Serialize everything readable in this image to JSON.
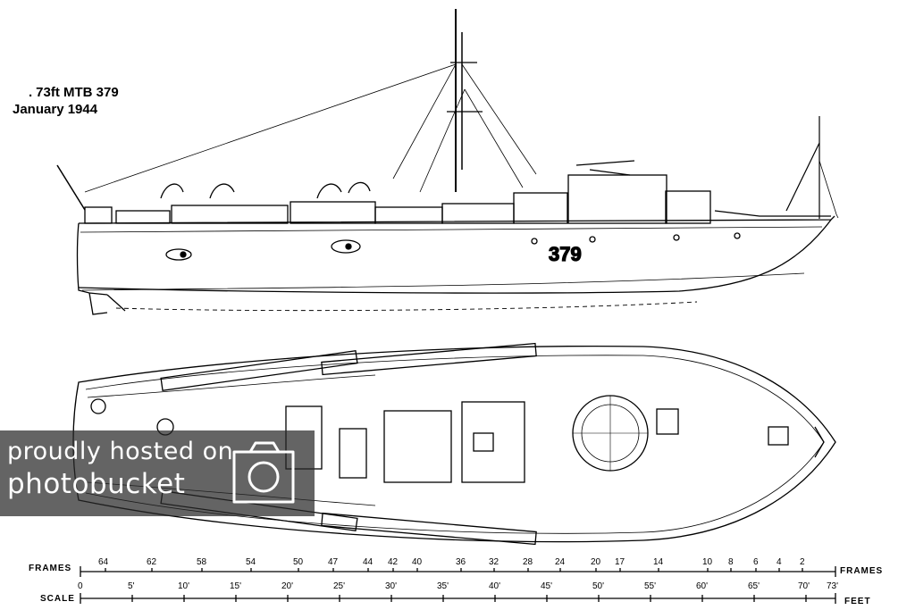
{
  "title": {
    "line1": "73ft MTB 379",
    "line2": "January 1944"
  },
  "hull_number": "379",
  "frames": {
    "label_left": "FRAMES",
    "label_right": "FRAMES",
    "ticks": [
      "64",
      "62",
      "58",
      "54",
      "50",
      "47",
      "44",
      "42",
      "40",
      "36",
      "32",
      "28",
      "24",
      "20",
      "17",
      "14",
      "10",
      "8",
      "6",
      "4",
      "2"
    ]
  },
  "scale": {
    "label_left": "SCALE",
    "label_right": "FEET",
    "ticks": [
      "0",
      "5'",
      "10'",
      "15'",
      "20'",
      "25'",
      "30'",
      "35'",
      "40'",
      "45'",
      "50'",
      "55'",
      "60'",
      "65'",
      "70'",
      "73'"
    ]
  },
  "watermark": {
    "line1": "proudly hosted on",
    "line2": "photobucket"
  }
}
